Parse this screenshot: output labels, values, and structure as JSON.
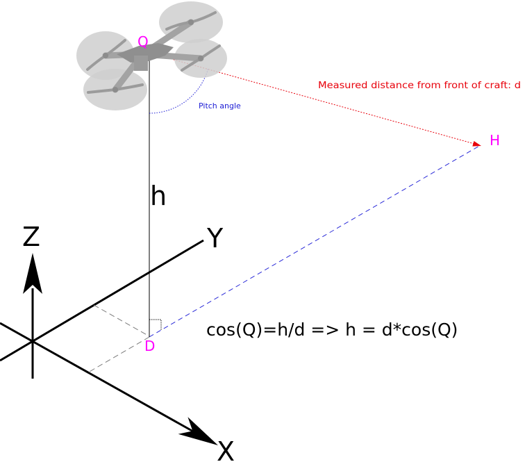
{
  "diagram": {
    "points": {
      "craft": "Q",
      "target": "H",
      "ground": "D"
    },
    "height_label": "h",
    "pitch_label": "Pitch angle",
    "distance_label": "Measured distance from front of craft: d",
    "equation": "cos(Q)=h/d => h = d*cos(Q)",
    "axes": {
      "x": "X",
      "y": "Y",
      "z": "Z"
    }
  },
  "icons": {
    "craft": "quadcopter-drone-icon"
  },
  "colors": {
    "point_labels": "#ff00ff",
    "distance_line": "#e8000b",
    "pitch_angle": "#1a1ad4",
    "ground_distance_line": "#2a2ad8",
    "projection_lines": "#7a7a7a",
    "axes": "#000000"
  }
}
